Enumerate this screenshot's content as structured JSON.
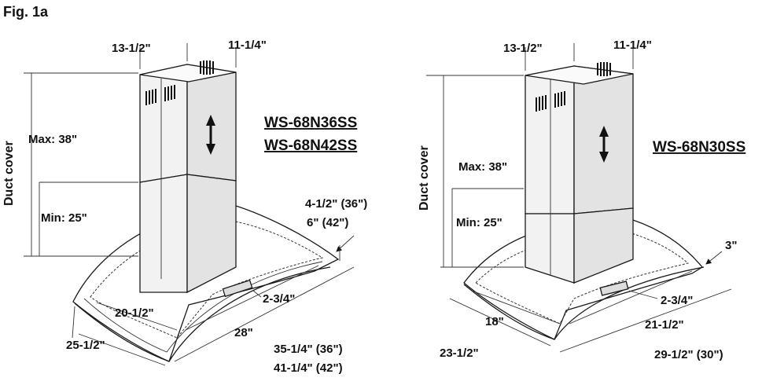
{
  "figure_label": "Fig. 1a",
  "left_hood": {
    "models": [
      "WS-68N36SS",
      "WS-68N42SS"
    ],
    "duct_cover_label": "Duct cover",
    "max_label": "Max: 38\"",
    "min_label": "Min: 25\"",
    "top_width": "13-1/2\"",
    "top_depth": "11-1/4\"",
    "glass_rise_36": "4-1/2\" (36\")",
    "glass_rise_42": "6\" (42\")",
    "control_offset": "2-3/4\"",
    "inner_width": "20-1/2\"",
    "inner_depth": "28\"",
    "side_depth": "25-1/2\"",
    "width_36": "35-1/4\" (36\")",
    "width_42": "41-1/4\" (42\")"
  },
  "right_hood": {
    "model": "WS-68N30SS",
    "duct_cover_label": "Duct cover",
    "max_label": "Max: 38\"",
    "min_label": "Min: 25\"",
    "top_width": "13-1/2\"",
    "top_depth": "11-1/4\"",
    "glass_rise": "3\"",
    "control_offset": "2-3/4\"",
    "inner_width": "18\"",
    "inner_depth": "21-1/2\"",
    "side_depth": "23-1/2\"",
    "width_30": "29-1/2\" (30\")"
  }
}
